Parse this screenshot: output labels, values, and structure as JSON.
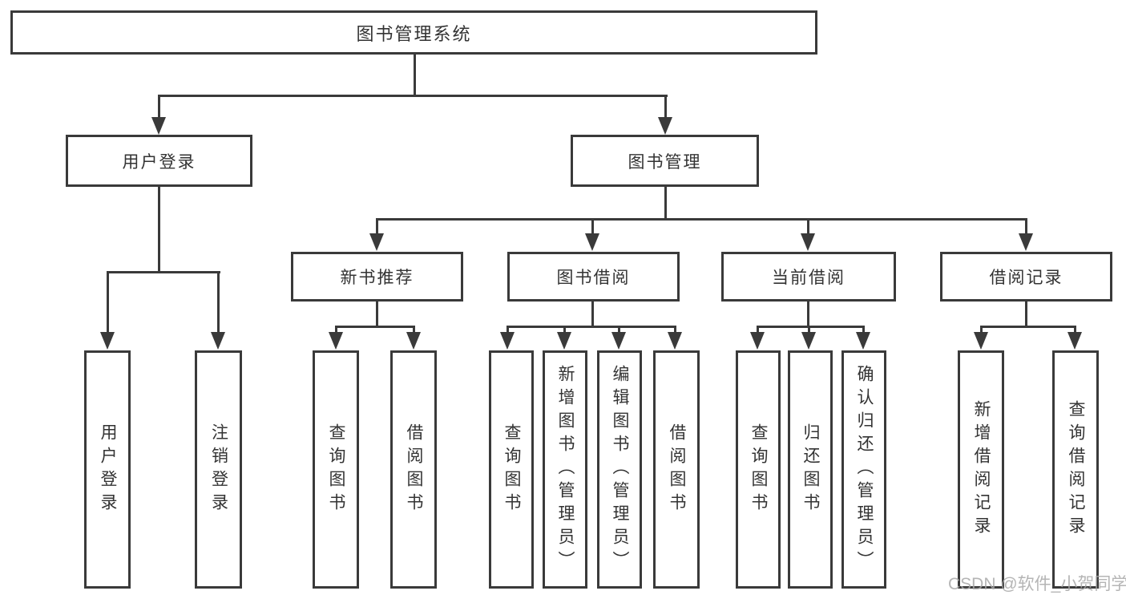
{
  "tree": {
    "root": "图书管理系统",
    "branches": [
      {
        "label": "用户登录",
        "children": [
          {
            "label": "用户登录"
          },
          {
            "label": "注销登录"
          }
        ]
      },
      {
        "label": "图书管理",
        "children": [
          {
            "label": "新书推荐",
            "children": [
              {
                "label": "查询图书"
              },
              {
                "label": "借阅图书"
              }
            ]
          },
          {
            "label": "图书借阅",
            "children": [
              {
                "label": "查询图书"
              },
              {
                "label": "新增图书（管理员）"
              },
              {
                "label": "编辑图书（管理员）"
              },
              {
                "label": "借阅图书"
              }
            ]
          },
          {
            "label": "当前借阅",
            "children": [
              {
                "label": "查询图书"
              },
              {
                "label": "归还图书"
              },
              {
                "label": "确认归还（管理员）"
              }
            ]
          },
          {
            "label": "借阅记录",
            "children": [
              {
                "label": "新增借阅记录"
              },
              {
                "label": "查询借阅记录"
              }
            ]
          }
        ]
      }
    ]
  },
  "watermark": {
    "text": "CSDN @软件_小贺同学"
  },
  "colors": {
    "line": "#3a3a3a",
    "text": "#333333",
    "background": "#ffffff",
    "watermark": "#a8a8a8"
  }
}
